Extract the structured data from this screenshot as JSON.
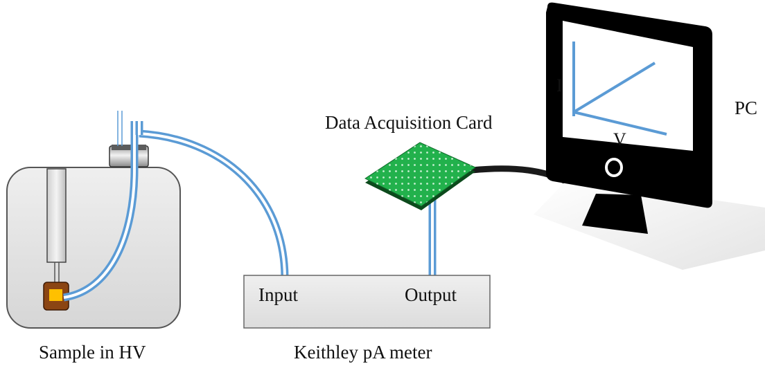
{
  "labels": {
    "sample": "Sample in HV",
    "meter": "Keithley pA meter",
    "input": "Input",
    "output": "Output",
    "daq": "Data Acquisition Card",
    "pc": "PC",
    "axis_i": "I",
    "axis_v": "V"
  },
  "colors": {
    "cable_blue": "#5b9bd5",
    "daq_green": "#22b14c",
    "chamber_gray": "#e1e1e1",
    "sample_brown": "#8b4513",
    "sample_yellow": "#ffc000",
    "monitor_black": "#000000",
    "meter_gray": "#e8e8e8"
  },
  "icons": {
    "chamber": "vacuum-chamber-icon",
    "daq": "daq-card-icon",
    "computer": "monitor-icon"
  }
}
